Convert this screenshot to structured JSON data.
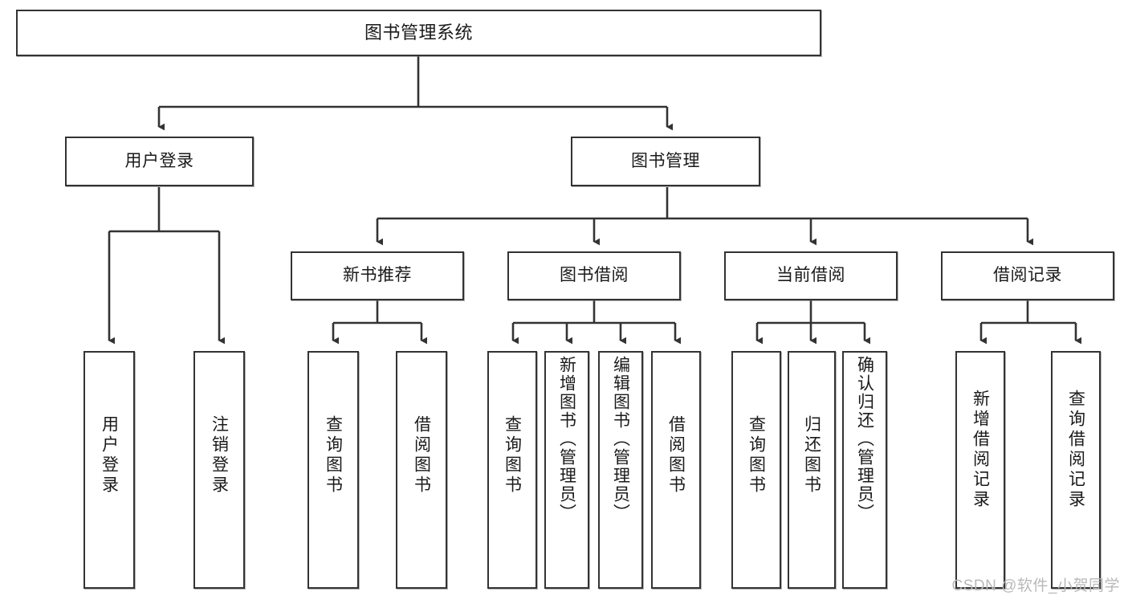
{
  "diagram": {
    "type": "tree-hierarchy",
    "title": "图书管理系统",
    "watermark": "CSDN @软件_小贺同学",
    "colors": {
      "box_border": "#333333",
      "box_fill": "#ffffff",
      "connector": "#333333",
      "text": "#1a1a1a",
      "watermark": "#b9b9b9"
    },
    "nodes": {
      "root": {
        "label": "图书管理系统"
      },
      "level2": [
        {
          "id": "user-login",
          "label": "用户登录"
        },
        {
          "id": "book-manage",
          "label": "图书管理"
        }
      ],
      "level3": [
        {
          "id": "new-book-rec",
          "label": "新书推荐"
        },
        {
          "id": "book-borrow",
          "label": "图书借阅"
        },
        {
          "id": "current-borrow",
          "label": "当前借阅"
        },
        {
          "id": "borrow-record",
          "label": "借阅记录"
        }
      ],
      "leaves": {
        "user_login": [
          {
            "id": "leaf-user-login",
            "label": "用户登录"
          },
          {
            "id": "leaf-logout",
            "label": "注销登录"
          }
        ],
        "new_book_rec": [
          {
            "id": "leaf-query-book-1",
            "label": "查询图书"
          },
          {
            "id": "leaf-borrow-book-1",
            "label": "借阅图书"
          }
        ],
        "book_borrow": [
          {
            "id": "leaf-query-book-2",
            "label": "查询图书"
          },
          {
            "id": "leaf-add-book",
            "label": "新增图书（管理员）"
          },
          {
            "id": "leaf-edit-book",
            "label": "编辑图书（管理员）"
          },
          {
            "id": "leaf-borrow-book-2",
            "label": "借阅图书"
          }
        ],
        "current_borrow": [
          {
            "id": "leaf-query-book-3",
            "label": "查询图书"
          },
          {
            "id": "leaf-return-book",
            "label": "归还图书"
          },
          {
            "id": "leaf-confirm-return",
            "label": "确认归还（管理员）"
          }
        ],
        "borrow_record": [
          {
            "id": "leaf-add-record",
            "label": "新增借阅记录"
          },
          {
            "id": "leaf-query-record",
            "label": "查询借阅记录"
          }
        ]
      }
    }
  }
}
